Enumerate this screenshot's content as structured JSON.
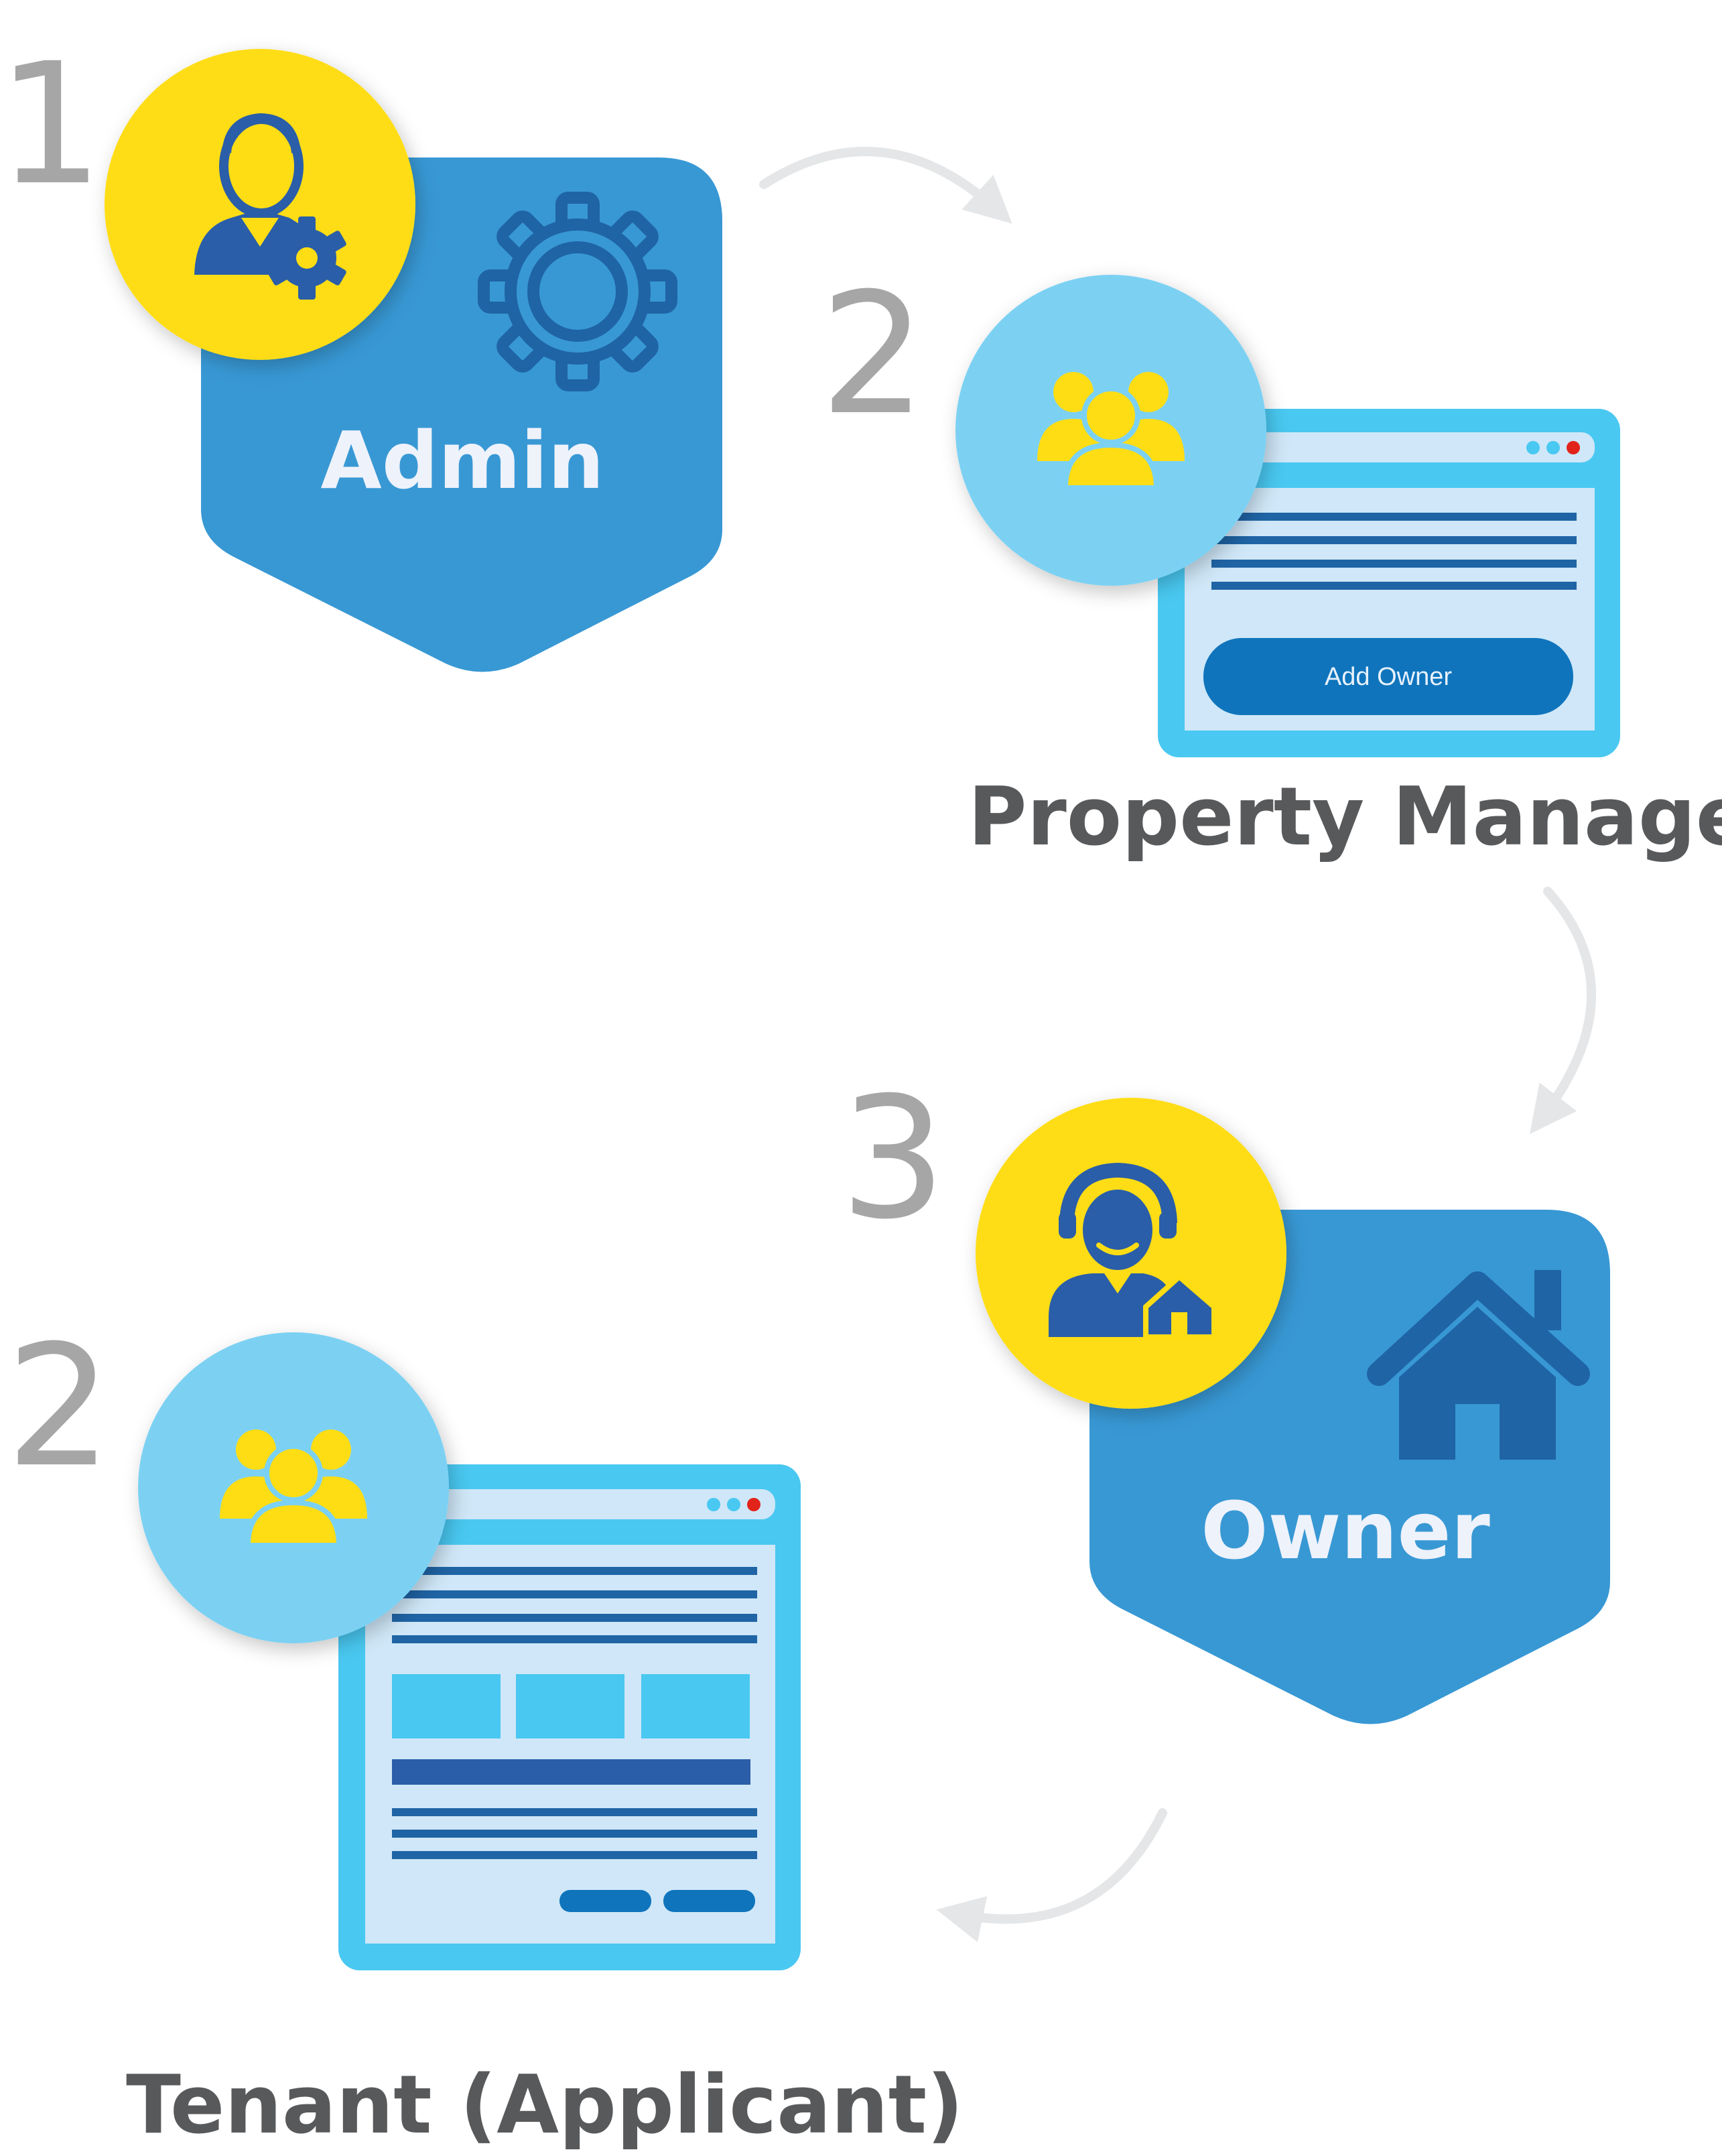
{
  "steps": {
    "admin": {
      "number": "1",
      "title": "Admin"
    },
    "property_manager": {
      "number": "2",
      "label": "Property Manager",
      "button_label": "Add Owner"
    },
    "owner": {
      "number": "3",
      "title": "Owner"
    },
    "tenant": {
      "number": "2",
      "label": "Tenant (Applicant)"
    }
  },
  "icons": {
    "admin": "admin-user-gear-icon",
    "admin_badge": "gear-icon",
    "property_manager": "group-icon",
    "owner": "owner-house-icon",
    "owner_badge": "house-icon",
    "tenant": "group-icon"
  },
  "colors": {
    "badge_blue": "#3898d4",
    "dark_blue": "#1f64a5",
    "icon_blue": "#2b5ea8",
    "yellow": "#fedd14",
    "light_blue_circle": "#7bd1f3",
    "window_frame": "#49c8f1",
    "window_body": "#cfe7f8",
    "button_blue": "#0f74bc",
    "text_gray": "#58595b",
    "number_gray": "#a6a6a6",
    "arrow_gray": "#e4e6e8"
  }
}
